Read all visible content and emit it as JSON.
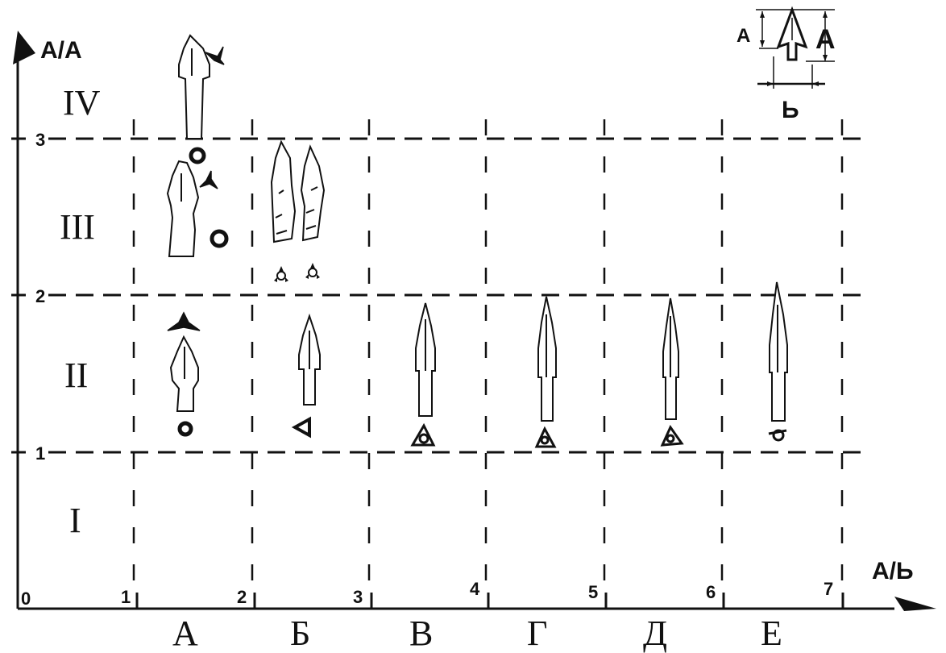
{
  "axes": {
    "y_title": "A/A",
    "x_title": "A/Ь",
    "origin_label": "0",
    "y_ticks": [
      "1",
      "2",
      "3"
    ],
    "x_ticks": [
      "1",
      "2",
      "3",
      "4",
      "5",
      "6",
      "7"
    ]
  },
  "rows": [
    "I",
    "II",
    "III",
    "IV"
  ],
  "columns": [
    "А",
    "Б",
    "В",
    "Г",
    "Д",
    "Е"
  ],
  "legend": {
    "height_left": "A",
    "height_right": "A",
    "width": "Ь"
  },
  "chart_data": {
    "type": "scatter",
    "xlabel": "A/Ь",
    "ylabel": "A/A",
    "xlim": [
      0,
      7.5
    ],
    "ylim": [
      0,
      3.4
    ],
    "x_ticks": [
      1,
      2,
      3,
      4,
      5,
      6,
      7
    ],
    "y_ticks": [
      1,
      2,
      3
    ],
    "grid": "dashed",
    "row_classes": [
      "I",
      "II",
      "III",
      "IV"
    ],
    "column_classes": [
      "А",
      "Б",
      "В",
      "Г",
      "Д",
      "Е"
    ]
  }
}
